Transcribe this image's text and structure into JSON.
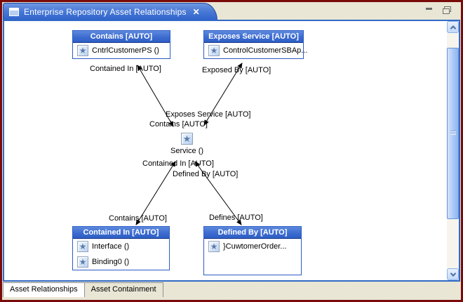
{
  "window": {
    "tab_title": "Enterprise Repository Asset Relationships",
    "close_glyph": "✕"
  },
  "diagram": {
    "nodes": [
      {
        "id": "contains",
        "title": "Contains [AUTO]",
        "items": [
          "CntrlCustomerPS ()"
        ]
      },
      {
        "id": "exposes",
        "title": "Exposes Service [AUTO]",
        "items": [
          "ControlCustomerSBAp..."
        ]
      },
      {
        "id": "contained-in",
        "title": "Contained In [AUTO]",
        "items": [
          "Interface ()",
          "Binding0 ()"
        ]
      },
      {
        "id": "defined-by",
        "title": "Defined By [AUTO]",
        "items": [
          "}CuwtomerOrder..."
        ]
      }
    ],
    "center_node": {
      "label": "Service ()",
      "icon": "star"
    },
    "edges": [
      {
        "label_near_node": "Contained In [AUTO]",
        "label_near_center": "Contains [AUTO]"
      },
      {
        "label_near_node": "Exposed By [AUTO]",
        "label_near_center": "Exposes Service [AUTO]"
      },
      {
        "label_near_node": "Contains [AUTO]",
        "label_near_center": "Contained In [AUTO]"
      },
      {
        "label_near_node": "Defines [AUTO]",
        "label_near_center": "Defined By [AUTO]"
      }
    ],
    "item_icon": "star"
  },
  "bottom_tabs": [
    {
      "label": "Asset Relationships",
      "active": true
    },
    {
      "label": "Asset Containment",
      "active": false
    }
  ],
  "colors": {
    "frame_border": "#7a0a0a",
    "view_border": "#316ac5",
    "tab_gradient_top": "#6f97e2",
    "tab_gradient_bottom": "#2f62cb",
    "node_header_blue": "#3d6cd0",
    "background_chrome": "#ece9d8",
    "canvas": "#ffffff"
  }
}
